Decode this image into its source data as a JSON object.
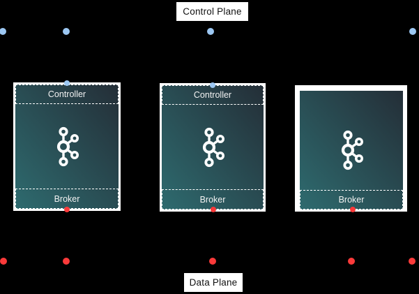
{
  "diagram": {
    "control_plane_label": "Control Plane",
    "data_plane_label": "Data Plane"
  },
  "nodes": [
    {
      "controller_label": "Controller",
      "broker_label": "Broker",
      "has_controller": true
    },
    {
      "controller_label": "Controller",
      "broker_label": "Broker",
      "has_controller": true
    },
    {
      "broker_label": "Broker",
      "has_controller": false
    }
  ],
  "icons": {
    "node_logo": "apache-kafka-logo",
    "control_plane_dot": "blue-endpoint-dot",
    "data_plane_dot": "red-endpoint-dot"
  },
  "colors": {
    "background": "#000000",
    "control_plane_dot": "#9cc7f2",
    "data_plane_dot": "#fb3a3a",
    "node_gradient_start": "#2e6b6f",
    "node_gradient_end": "#242e37",
    "node_border": "#ffffff",
    "node_text": "#f2f2f2",
    "label_bg": "#ffffff",
    "label_text": "#111111"
  }
}
